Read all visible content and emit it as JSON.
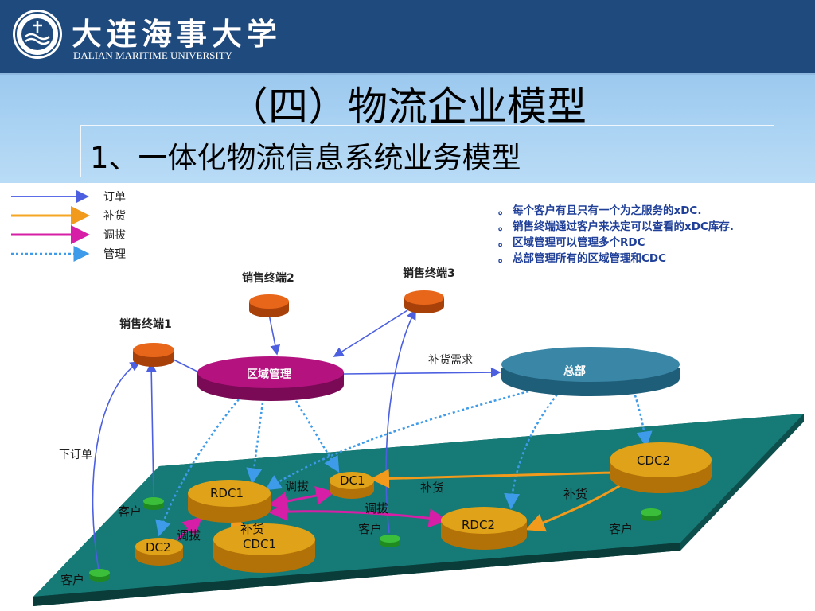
{
  "header": {
    "university_cn": "大连海事大学",
    "university_en": "DALIAN MARITIME UNIVERSITY"
  },
  "slide": {
    "title": "（四）物流企业模型",
    "subtitle": "1、一体化物流信息系统业务模型"
  },
  "legend": [
    {
      "label": "订单",
      "color": "#5b6ee8"
    },
    {
      "label": "补货",
      "color": "#f5a623"
    },
    {
      "label": "调拔",
      "color": "#d61fa6"
    },
    {
      "label": "管理",
      "color": "#3d9be9"
    }
  ],
  "notes": [
    "每个客户有且只有一个为之服务的xDC.",
    "销售终端通过客户来决定可以查看的xDC库存.",
    "区域管理可以管理多个RDC",
    "总部管理所有的区域管理和CDC"
  ],
  "nodes": {
    "terminal1": "销售终端1",
    "terminal2": "销售终端2",
    "terminal3": "销售终端3",
    "region": "区域管理",
    "hq": "总部",
    "rdc1": "RDC1",
    "rdc2": "RDC2",
    "dc1": "DC1",
    "dc2": "DC2",
    "cdc1": "CDC1",
    "cdc2": "CDC2",
    "customer": "客户"
  },
  "edge_labels": {
    "replenish_demand": "补货需求",
    "place_order": "下订单",
    "transfer": "调拔",
    "replenish": "补货"
  },
  "colors": {
    "header": "#1f4a7d",
    "platform": "#167a76",
    "region": "#b3127f",
    "hq": "#3a86a6",
    "terminal": "#d95a10",
    "dc": "#d4920e",
    "customer": "#3bbf3b"
  }
}
